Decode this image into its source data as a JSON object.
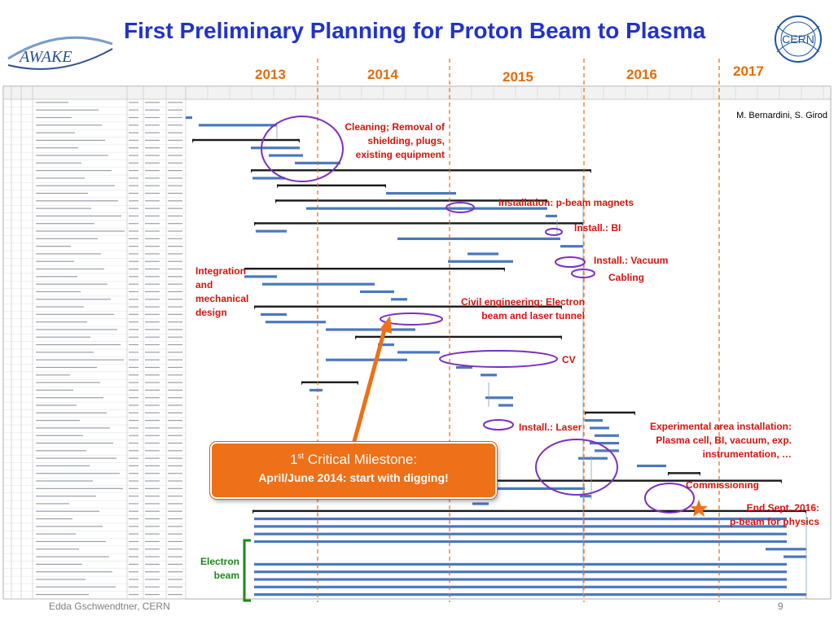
{
  "slide": {
    "title": "First Preliminary Planning for Proton Beam to Plasma",
    "logo_left_text": "AWAKE",
    "logo_right_text": "CERN",
    "years": [
      "2013",
      "2014",
      "2015",
      "2016",
      "2017"
    ],
    "authors": "M. Bernardini, S. Girod",
    "footer": "Edda Gschwendtner, CERN",
    "page_number": "9"
  },
  "annotations": {
    "cleaning": [
      "Cleaning; Removal of",
      "shielding, plugs,",
      "existing equipment"
    ],
    "install_magnets": "Installation: p-beam magnets",
    "install_bi": "Install.: BI",
    "install_vacuum": "Install.: Vacuum",
    "cabling": "Cabling",
    "integration": [
      "Integration",
      "and",
      "mechanical",
      "design"
    ],
    "civil": [
      "Civil engineering: Electron",
      "beam and laser tunnel"
    ],
    "cv": "CV",
    "install_laser": "Install.: Laser",
    "experimental": [
      "Experimental area installation:",
      "Plasma cell, BI, vacuum, exp.",
      "instrumentation, …"
    ],
    "commissioning": "Commissioning",
    "end_sept": [
      "End Sept. 2016:",
      "p-beam for physics"
    ],
    "electron_beam": [
      "Electron",
      "beam"
    ]
  },
  "milestone": {
    "line1_main": "1",
    "line1_sup": "st",
    "line1_rest": " Critical Milestone:",
    "line2": "April/June 2014: start with digging!"
  },
  "colors": {
    "title": "#2233c8",
    "year": "#e46c0a",
    "annotation_red": "#d6140e",
    "annotation_blue": "#1f3ea8",
    "annotation_green": "#1a8a1a",
    "milestone_bg": "#ee7018",
    "ellipse": "#7b2fbf",
    "task_bar": "#4a78bd",
    "summary_bar": "#1a1a1a",
    "star": "#ee7018"
  }
}
